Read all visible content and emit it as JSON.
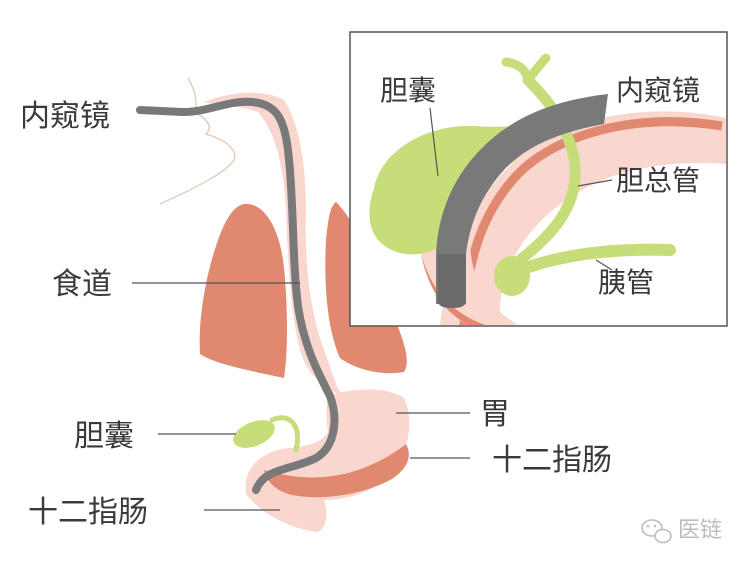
{
  "labels": {
    "endoscope": "内窥镜",
    "esophagus": "食道",
    "gallbladder": "胆囊",
    "duodenum": "十二指肠",
    "stomach": "胃",
    "duodenum_right": "十二指肠"
  },
  "inset_labels": {
    "gallbladder": "胆囊",
    "endoscope": "内窥镜",
    "common_bile_duct": "胆总管",
    "pancreatic_duct": "胰管"
  },
  "watermark": {
    "text": "医链",
    "icon": "wechat-icon"
  },
  "colors": {
    "organ_salmon": "#E08870",
    "tract_pink": "#F9D6CE",
    "bile_green": "#C7DD79",
    "scope_gray": "#797979",
    "leader": "#555555",
    "inset_border": "#555555"
  }
}
